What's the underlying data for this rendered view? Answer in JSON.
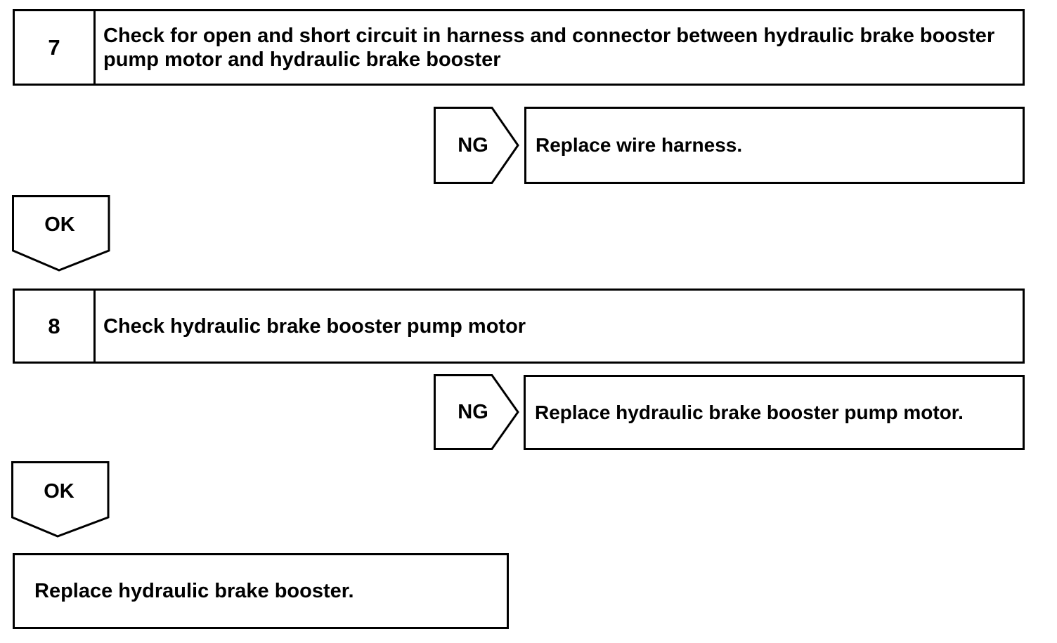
{
  "steps": [
    {
      "number": "7",
      "title": "Check for open and short circuit in harness and connector between hydraulic brake booster pump motor and hydraulic brake booster",
      "ng_label": "NG",
      "ng_action": "Replace wire harness.",
      "ok_label": "OK"
    },
    {
      "number": "8",
      "title": "Check hydraulic brake booster pump motor",
      "ng_label": "NG",
      "ng_action": "Replace hydraulic brake booster pump motor.",
      "ok_label": "OK"
    }
  ],
  "final_action": "Replace hydraulic brake booster."
}
